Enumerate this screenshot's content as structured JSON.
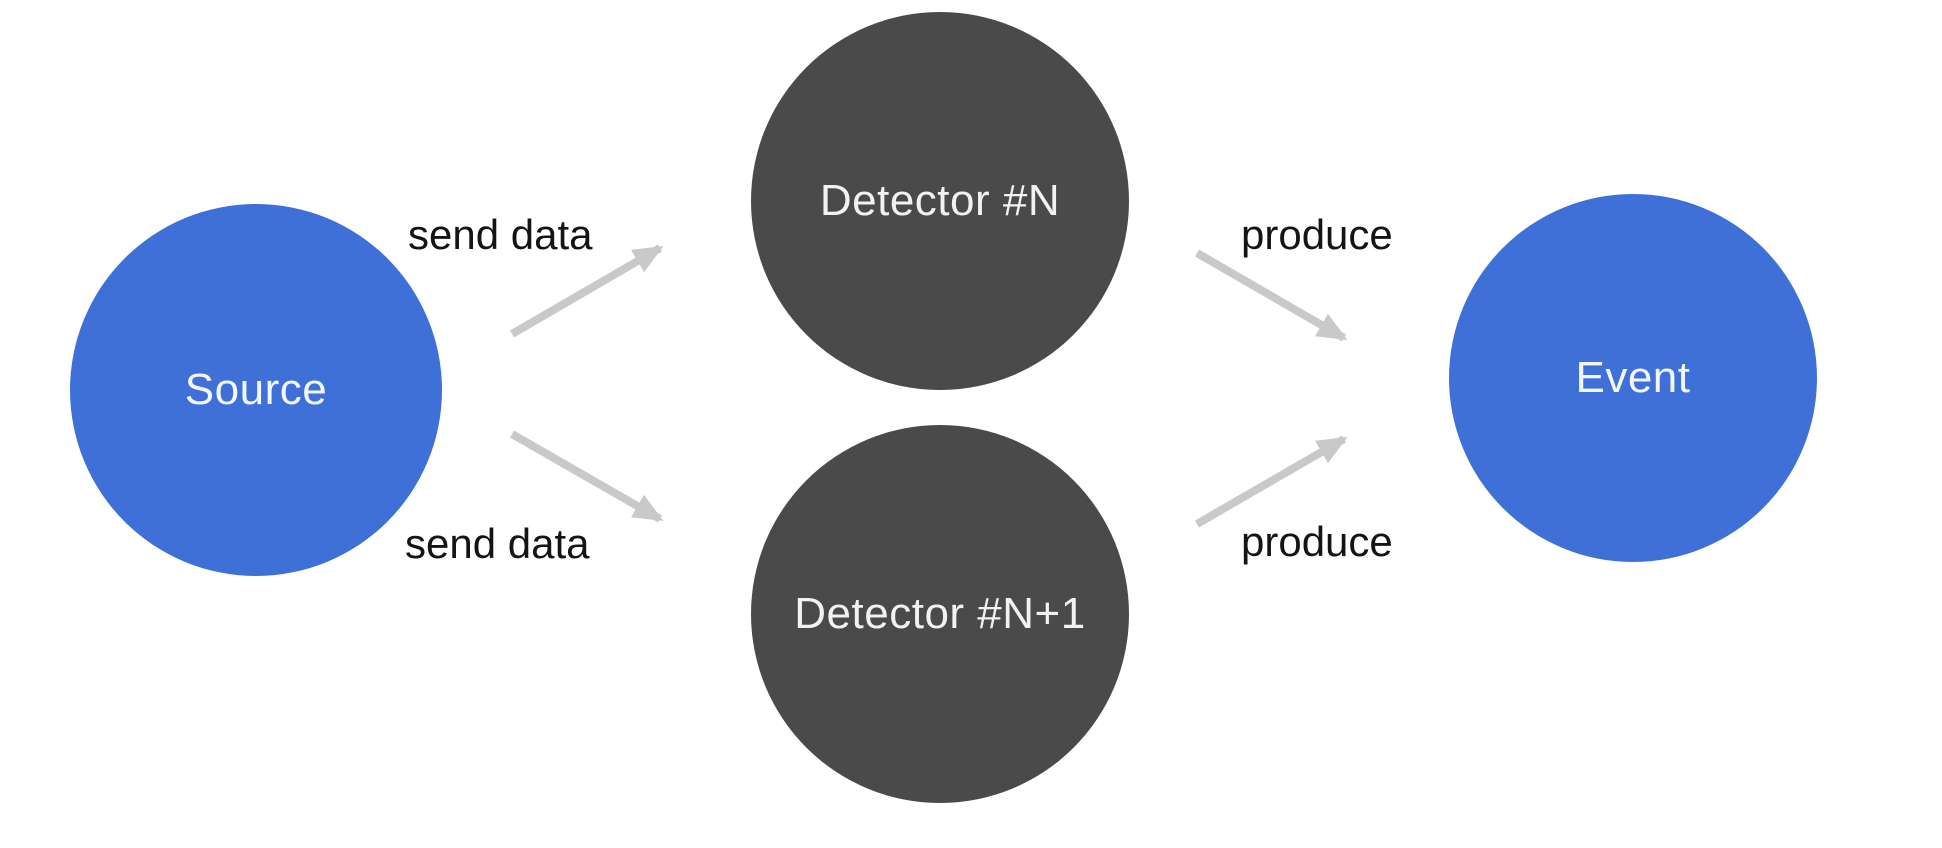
{
  "diagram": {
    "type": "flow-diagram",
    "nodes": [
      {
        "id": "source",
        "label": "Source",
        "shape": "circle",
        "color": "#3E70D8",
        "text_color": "#F3F6FA"
      },
      {
        "id": "detector-n",
        "label": "Detector #N",
        "shape": "circle",
        "color": "#4A4A4A",
        "text_color": "#F2F2F2"
      },
      {
        "id": "detector-n-plus-1",
        "label": "Detector #N+1",
        "shape": "circle",
        "color": "#4A4A4A",
        "text_color": "#F2F2F2"
      },
      {
        "id": "event",
        "label": "Event",
        "shape": "circle",
        "color": "#3E70D8",
        "text_color": "#F3F6FA"
      }
    ],
    "edges": [
      {
        "from": "source",
        "to": "detector-n",
        "label": "send data"
      },
      {
        "from": "source",
        "to": "detector-n-plus-1",
        "label": "send data"
      },
      {
        "from": "detector-n",
        "to": "event",
        "label": "produce"
      },
      {
        "from": "detector-n-plus-1",
        "to": "event",
        "label": "produce"
      }
    ]
  },
  "colors": {
    "background": "#FFFFFF",
    "node_primary": "#3E70D8",
    "node_secondary": "#4A4A4A",
    "node_text": "#F2F2F2",
    "arrow": "#C9C9C9",
    "edge_label_text": "#141414"
  }
}
